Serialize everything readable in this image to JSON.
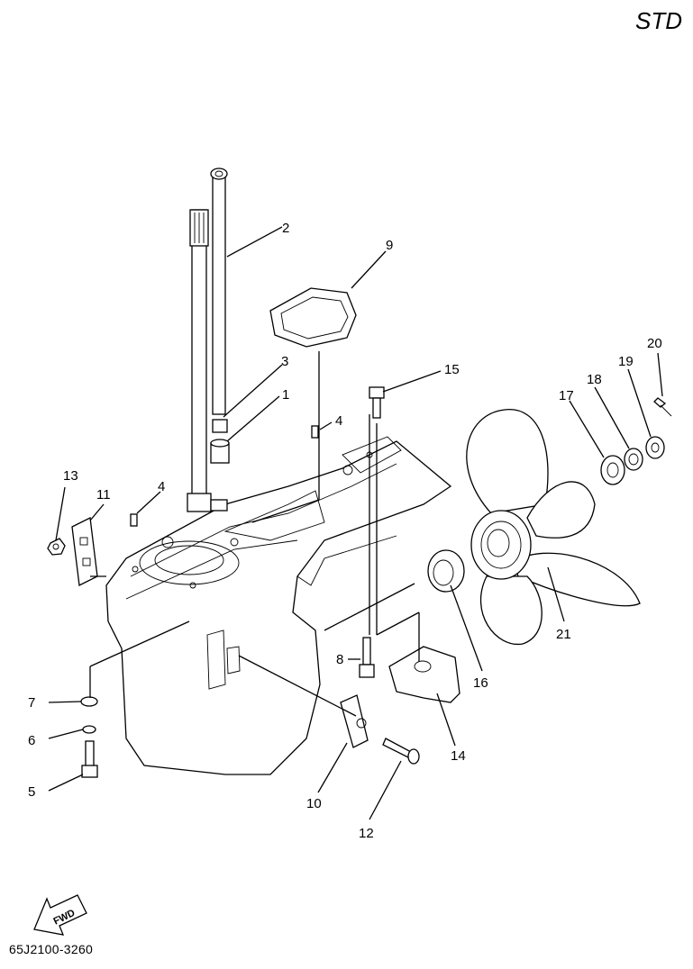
{
  "header": {
    "variant": "STD"
  },
  "footer": {
    "diagram_code": "65J2100-3260"
  },
  "direction_arrow": {
    "label": "FWD"
  },
  "callouts": {
    "c1": "1",
    "c2": "2",
    "c3": "3",
    "c4a": "4",
    "c4b": "4",
    "c5": "5",
    "c6": "6",
    "c7": "7",
    "c8": "8",
    "c9": "9",
    "c10": "10",
    "c11": "11",
    "c12": "12",
    "c13": "13",
    "c14": "14",
    "c15": "15",
    "c16": "16",
    "c17": "17",
    "c18": "18",
    "c19": "19",
    "c20": "20",
    "c21": "21"
  }
}
